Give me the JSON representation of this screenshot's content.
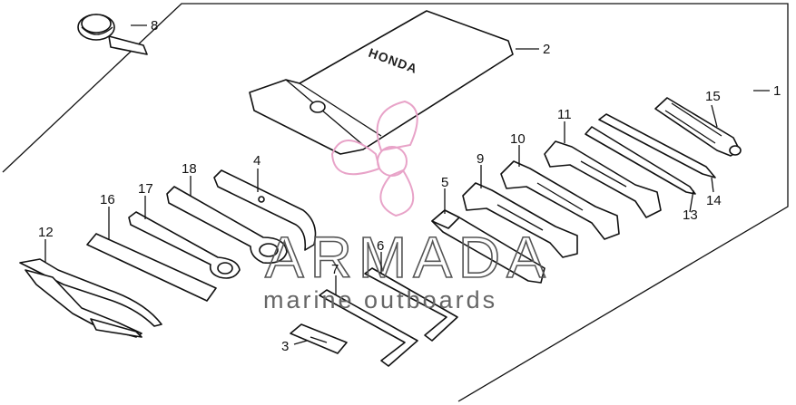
{
  "callouts": [
    {
      "id": "1",
      "text": "1"
    },
    {
      "id": "2",
      "text": "2"
    },
    {
      "id": "3",
      "text": "3"
    },
    {
      "id": "4",
      "text": "4"
    },
    {
      "id": "5",
      "text": "5"
    },
    {
      "id": "6",
      "text": "6"
    },
    {
      "id": "7",
      "text": "7"
    },
    {
      "id": "8",
      "text": "8"
    },
    {
      "id": "9",
      "text": "9"
    },
    {
      "id": "10",
      "text": "10"
    },
    {
      "id": "11",
      "text": "11"
    },
    {
      "id": "12",
      "text": "12"
    },
    {
      "id": "13",
      "text": "13"
    },
    {
      "id": "14",
      "text": "14"
    },
    {
      "id": "15",
      "text": "15"
    },
    {
      "id": "16",
      "text": "16"
    },
    {
      "id": "17",
      "text": "17"
    },
    {
      "id": "18",
      "text": "18"
    }
  ],
  "watermark": {
    "brand": "ARMADA",
    "tagline": "marine outboards",
    "logo_color": "#e8a3c8"
  },
  "bag_text": "HONDA"
}
